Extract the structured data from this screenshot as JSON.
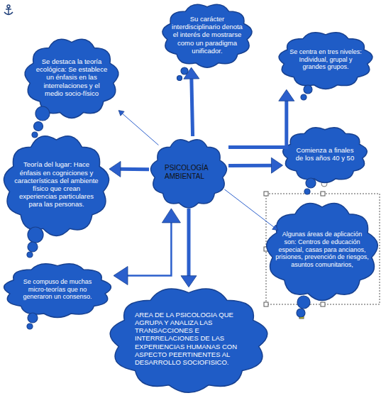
{
  "diagram": {
    "nodes": [
      {
        "text": [
          "Su carácter interdisciplinario denota el interés de mostrarse como un paradigma unificador."
        ]
      },
      {
        "text": [
          "Se destaca la teoría ecológica: Se establece un énfasis en las interrelaciones y el medio socio-físico"
        ]
      },
      {
        "text": [
          "Se centra en tres niveles: Individual, grupal y grandes grupos."
        ]
      },
      {
        "text": [
          "Teoría del lugar: Hace énfasis en cogniciones y características del ambiente físico que crean experiencias particulares para las personas."
        ]
      },
      {
        "text": [
          "PSICOLOGÍA AMBIENTAL"
        ]
      },
      {
        "text": [
          "Comienza a finales de los años 40 y 50"
        ]
      },
      {
        "text": [
          "Algunas áreas de aplicación son: Centros de educación especial, casas para ancianos, prisiones, prevención de riesgos, asuntos comunitarios,"
        ]
      },
      {
        "text": [
          "Se compuso de muchas micro-teorías que no generaron un consenso."
        ]
      },
      {
        "text": [
          "AREA DE LA PSICOLOGIA QUE AGRUPA Y ANALIZA LAS TRANSACCIONES E INTERRELACIONES DE LAS EXPERIENCIAS HUMANAS CON ASPECTO PEERTINENTES AL DESARROLLO SOCIOFISICO."
        ]
      }
    ],
    "edges": [
      {
        "from": 4,
        "to": 0,
        "arrow": "to"
      },
      {
        "from": 4,
        "to": 1,
        "arrow": "to"
      },
      {
        "from": 4,
        "to": 2,
        "arrow": "to"
      },
      {
        "from": 4,
        "to": 3,
        "arrow": "to"
      },
      {
        "from": 4,
        "to": 5,
        "arrow": "to"
      },
      {
        "from": 4,
        "to": 6,
        "arrow": "to"
      },
      {
        "from": 4,
        "to": 7,
        "arrow": "both"
      },
      {
        "from": 4,
        "to": 8,
        "arrow": "to"
      }
    ]
  }
}
